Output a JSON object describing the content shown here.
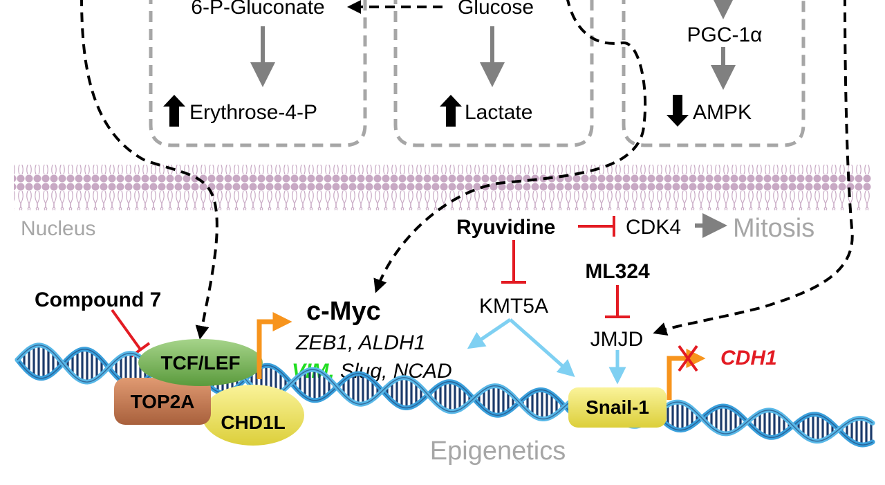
{
  "labels": {
    "gluconate": "6-P-Gluconate",
    "glucose": "Glucose",
    "pgc": "PGC-1α",
    "erythrose": "Erythrose-4-P",
    "lactate": "Lactate",
    "ampk": "AMPK",
    "nucleus": "Nucleus",
    "ryuvidine": "Ryuvidine",
    "cdk4": "CDK4",
    "mitosis": "Mitosis",
    "ml324": "ML324",
    "compound7": "Compound 7",
    "cmyc": "c-Myc",
    "kmt5a": "KMT5A",
    "jmjd": "JMJD",
    "genes_line1": "ZEB1, ALDH1",
    "vim": "VIM,",
    "genes_line2_rest": " Slug, NCAD",
    "cdh1": "CDH1",
    "tcf": "TCF/LEF",
    "top2a": "TOP2A",
    "chd1l": "CHD1L",
    "snail": "Snail-1",
    "epigenetics": "Epigenetics"
  },
  "colors": {
    "black": "#000000",
    "gray_arrow": "#808080",
    "box_dash": "#a6a6a6",
    "membrane": "#c8a9c4",
    "inhibit_red": "#e31b23",
    "light_blue": "#7fd0f2",
    "orange": "#f7941d",
    "tcf_green": "#77b255",
    "top2a_brown": "#c77a52",
    "yellow": "#f3ea6a",
    "vim_green": "#22dd22",
    "cdh1_red": "#e31b23",
    "gray_text": "#a6a6a6",
    "dna_dark": "#1b3a6b",
    "dna_light": "#3aa0dc"
  },
  "icons": [
    "up-arrow-icon",
    "down-arrow-icon",
    "inhibit-bar-icon",
    "x-block-icon"
  ]
}
